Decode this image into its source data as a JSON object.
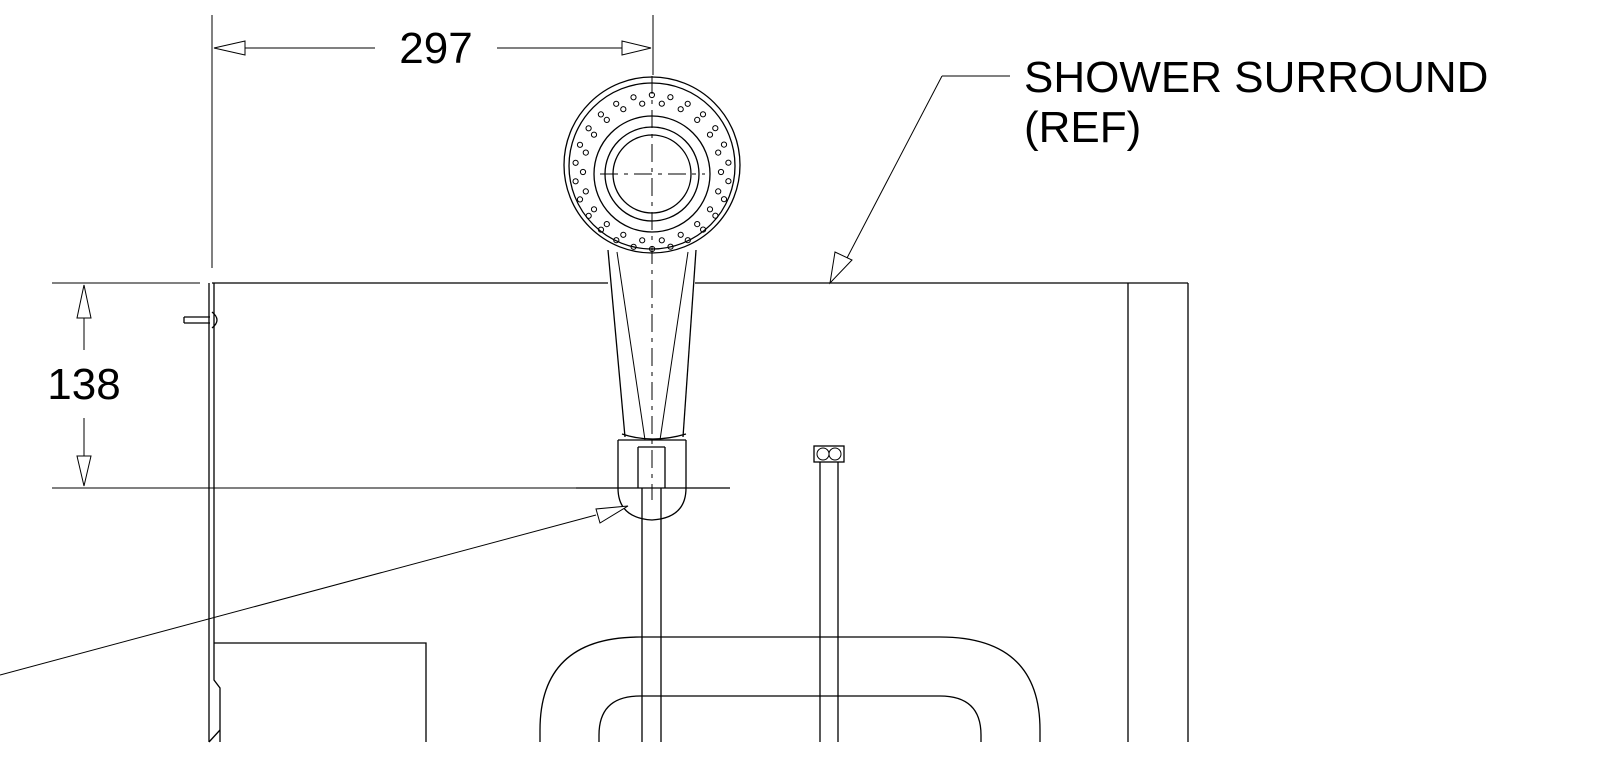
{
  "dimensions": {
    "width_value": "297",
    "height_value": "138"
  },
  "callouts": {
    "surround_line1": "SHOWER SURROUND",
    "surround_line2": "(REF)"
  }
}
